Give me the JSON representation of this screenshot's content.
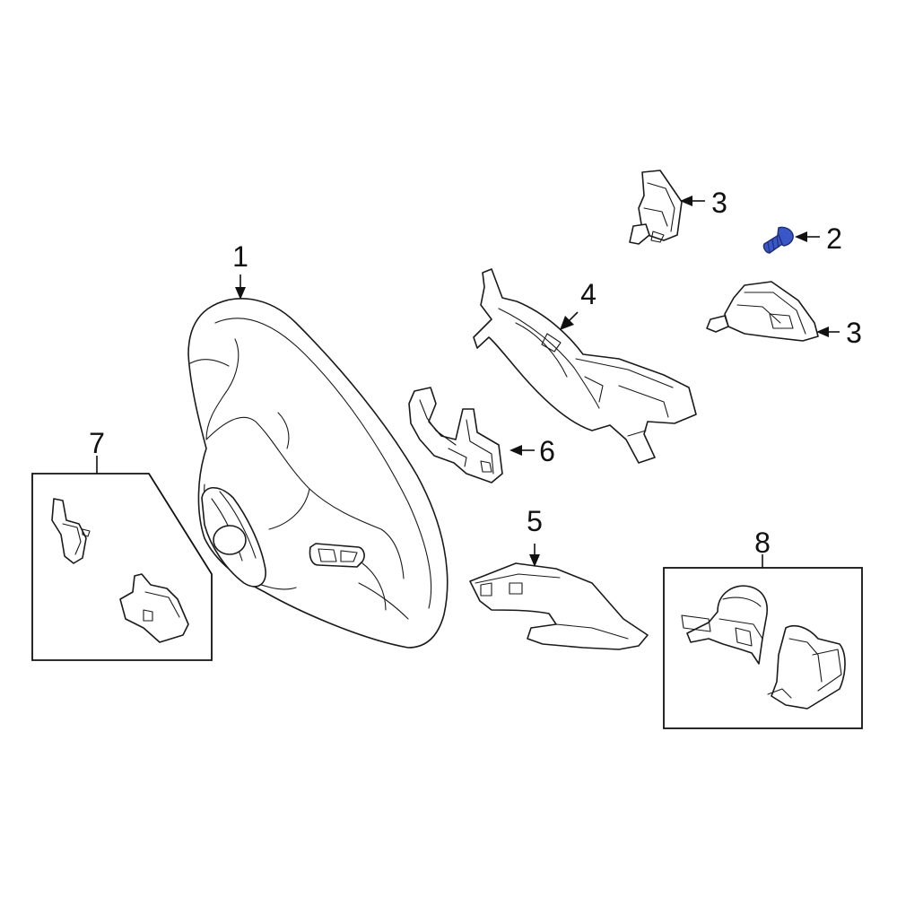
{
  "colors": {
    "line": "#1a1a1a",
    "highlight": "#3a57c8",
    "highlight_dark": "#1f2f7a",
    "background": "#ffffff"
  },
  "callouts": [
    {
      "id": "1",
      "label": "1"
    },
    {
      "id": "2",
      "label": "2"
    },
    {
      "id": "3a",
      "label": "3"
    },
    {
      "id": "3b",
      "label": "3"
    },
    {
      "id": "4",
      "label": "4"
    },
    {
      "id": "5",
      "label": "5"
    },
    {
      "id": "6",
      "label": "6"
    },
    {
      "id": "7",
      "label": "7"
    },
    {
      "id": "8",
      "label": "8"
    }
  ],
  "highlighted_part": "2"
}
